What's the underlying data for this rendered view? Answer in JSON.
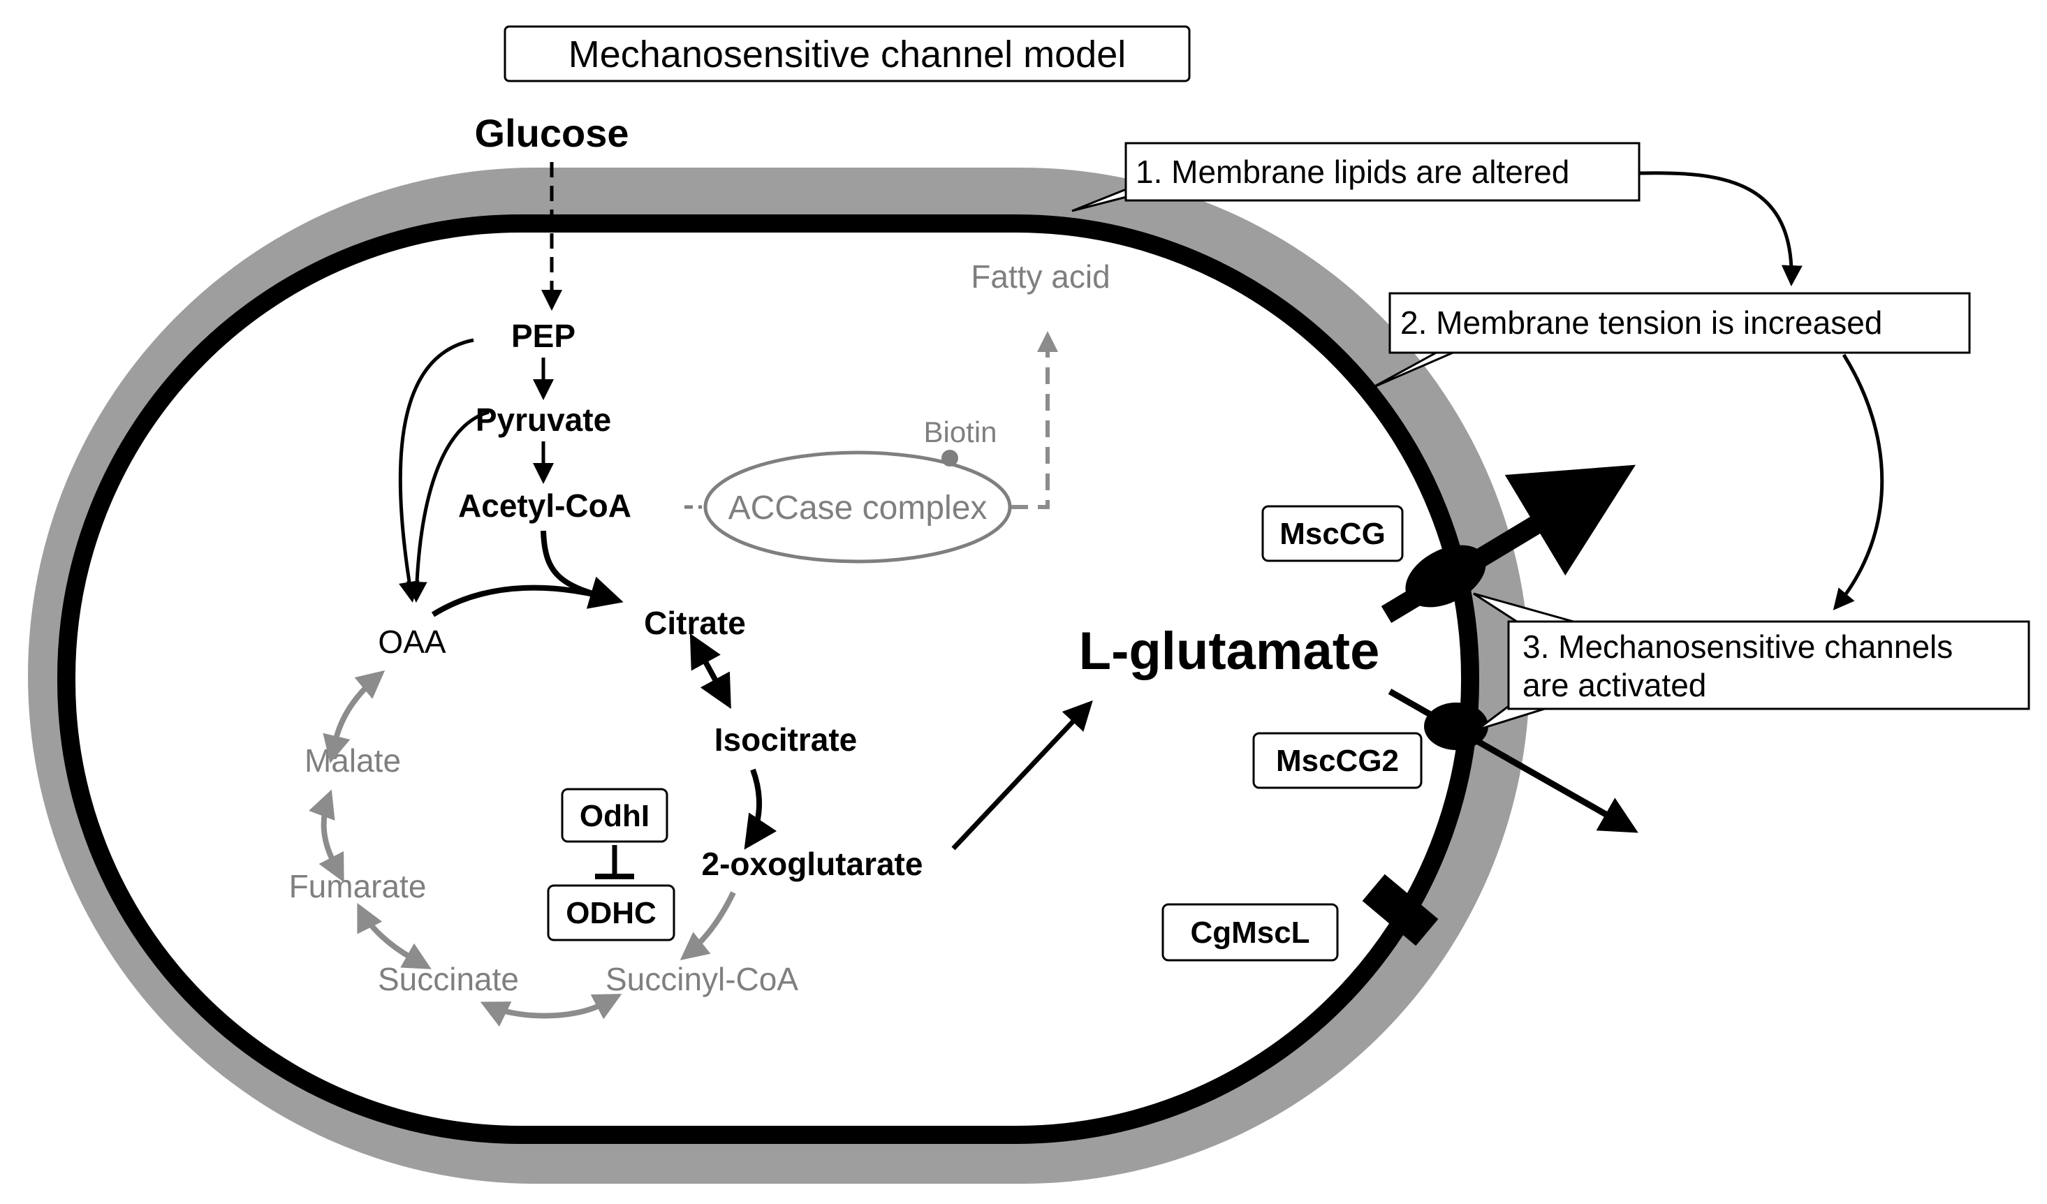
{
  "title": "Mechanosensitive channel model",
  "colors": {
    "membrane_outer": "#9e9e9e",
    "membrane_inner": "#000000",
    "gray_text": "#7f7f7f",
    "gray_arrow": "#8c8c8c",
    "black": "#000000"
  },
  "metabolites": {
    "glucose": "Glucose",
    "pep": "PEP",
    "pyruvate": "Pyruvate",
    "acetyl_coa": "Acetyl-CoA",
    "citrate": "Citrate",
    "isocitrate": "Isocitrate",
    "oxoglutarate": "2-oxoglutarate",
    "oaa": "OAA",
    "malate": "Malate",
    "fumarate": "Fumarate",
    "succinate": "Succinate",
    "succinyl_coa": "Succinyl-CoA",
    "fatty_acid": "Fatty acid",
    "biotin": "Biotin",
    "accase": "ACCase complex",
    "l_glutamate": "L-glutamate"
  },
  "proteins": {
    "odhi": "OdhI",
    "odhc": "ODHC",
    "msccg": "MscCG",
    "msccg2": "MscCG2",
    "cgmscl": "CgMscL"
  },
  "callouts": {
    "step1": "1. Membrane lipids are altered",
    "step2": "2. Membrane tension is increased",
    "step3_line1": "3. Mechanosensitive channels",
    "step3_line2": "are activated"
  }
}
